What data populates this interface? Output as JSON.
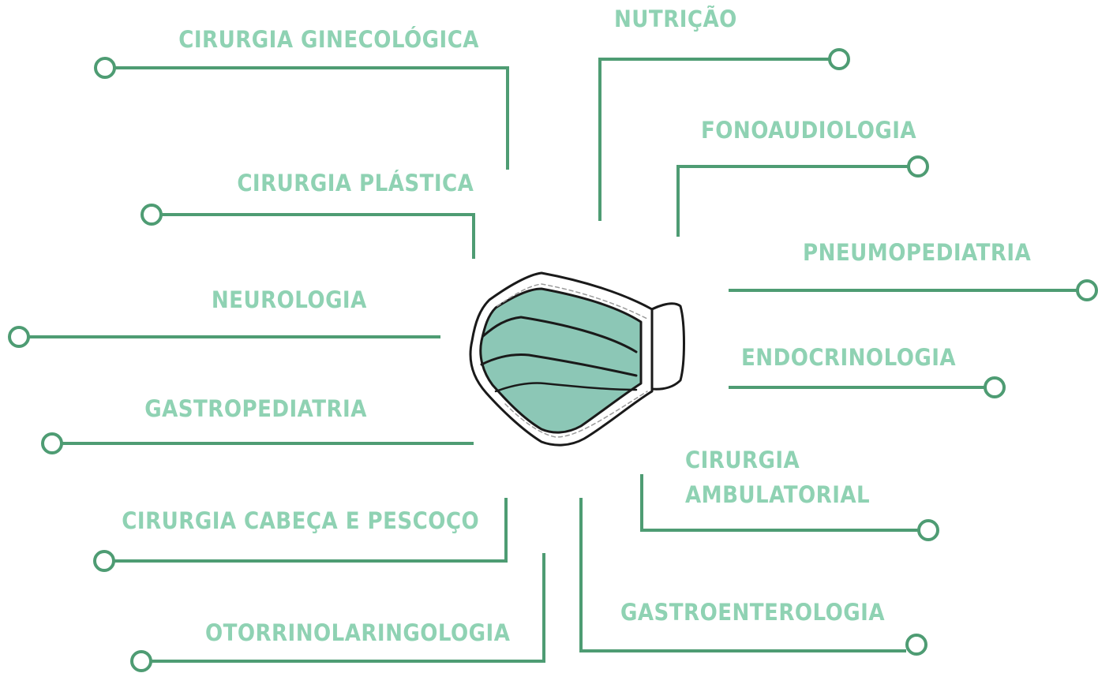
{
  "colors": {
    "line": "#4e9c73",
    "label": "#8fd2b3",
    "mask_fill": "#8cc7b6",
    "mask_outline": "#1a1a1a"
  },
  "specialties": [
    {
      "id": "cirurgia-ginecologica",
      "label": "CIRURGIA GINECOLÓGICA"
    },
    {
      "id": "cirurgia-plastica",
      "label": "CIRURGIA PLÁSTICA"
    },
    {
      "id": "neurologia",
      "label": "NEUROLOGIA"
    },
    {
      "id": "gastropediatria",
      "label": "GASTROPEDIATRIA"
    },
    {
      "id": "cirurgia-cabeca-pescoco",
      "label": "CIRURGIA CABEÇA E PESCOÇO"
    },
    {
      "id": "otorrinolaringologia",
      "label": "OTORRINOLARINGOLOGIA"
    },
    {
      "id": "nutricao",
      "label": "NUTRIÇÃO"
    },
    {
      "id": "fonoaudiologia",
      "label": "FONOAUDIOLOGIA"
    },
    {
      "id": "pneumopediatria",
      "label": "PNEUMOPEDIATRIA"
    },
    {
      "id": "endocrinologia",
      "label": "ENDOCRINOLOGIA"
    },
    {
      "id": "cirurgia-ambulatorial",
      "label_line1": "CIRURGIA",
      "label_line2": "AMBULATORIAL"
    },
    {
      "id": "gastroenterologia",
      "label": "GASTROENTEROLOGIA"
    }
  ],
  "center_icon": "surgical-mask-icon"
}
